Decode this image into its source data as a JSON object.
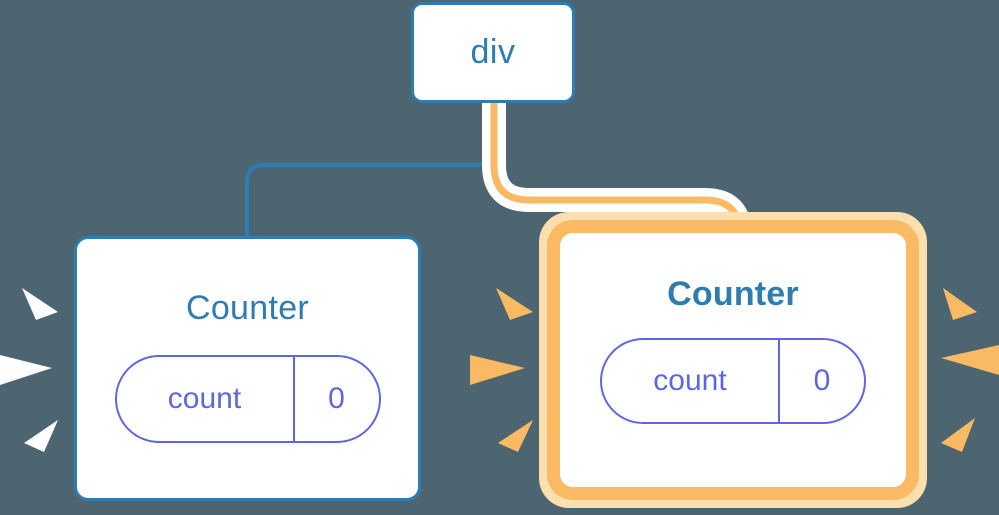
{
  "diagram": {
    "type": "component-tree",
    "background_color": "#4c6570",
    "title_of_root": "div"
  },
  "nodes": {
    "root": {
      "label": "div",
      "border_color": "#2e7cb0",
      "fill_color": "#ffffff"
    },
    "counter_left": {
      "label": "Counter",
      "border_color": "#2e7cb0",
      "fill_color": "#ffffff",
      "highlighted": "false",
      "state": {
        "key": "count",
        "value": "0",
        "pill_color": "#5f67df"
      },
      "sparkle_color": "#ffffff"
    },
    "counter_right": {
      "label": "Counter",
      "border_color": "#fab963",
      "glow_color": "#fbdfae",
      "fill_color": "#ffffff",
      "highlighted": "true",
      "state": {
        "key": "count",
        "value": "0",
        "pill_color": "#5f67df"
      },
      "sparkle_color": "#fab963"
    }
  },
  "edges": {
    "root_to_left": {
      "color": "#2e7cb0",
      "highlighted": "false"
    },
    "root_to_right": {
      "color": "#fab963",
      "halo_color": "#ffffff",
      "highlighted": "true"
    }
  }
}
